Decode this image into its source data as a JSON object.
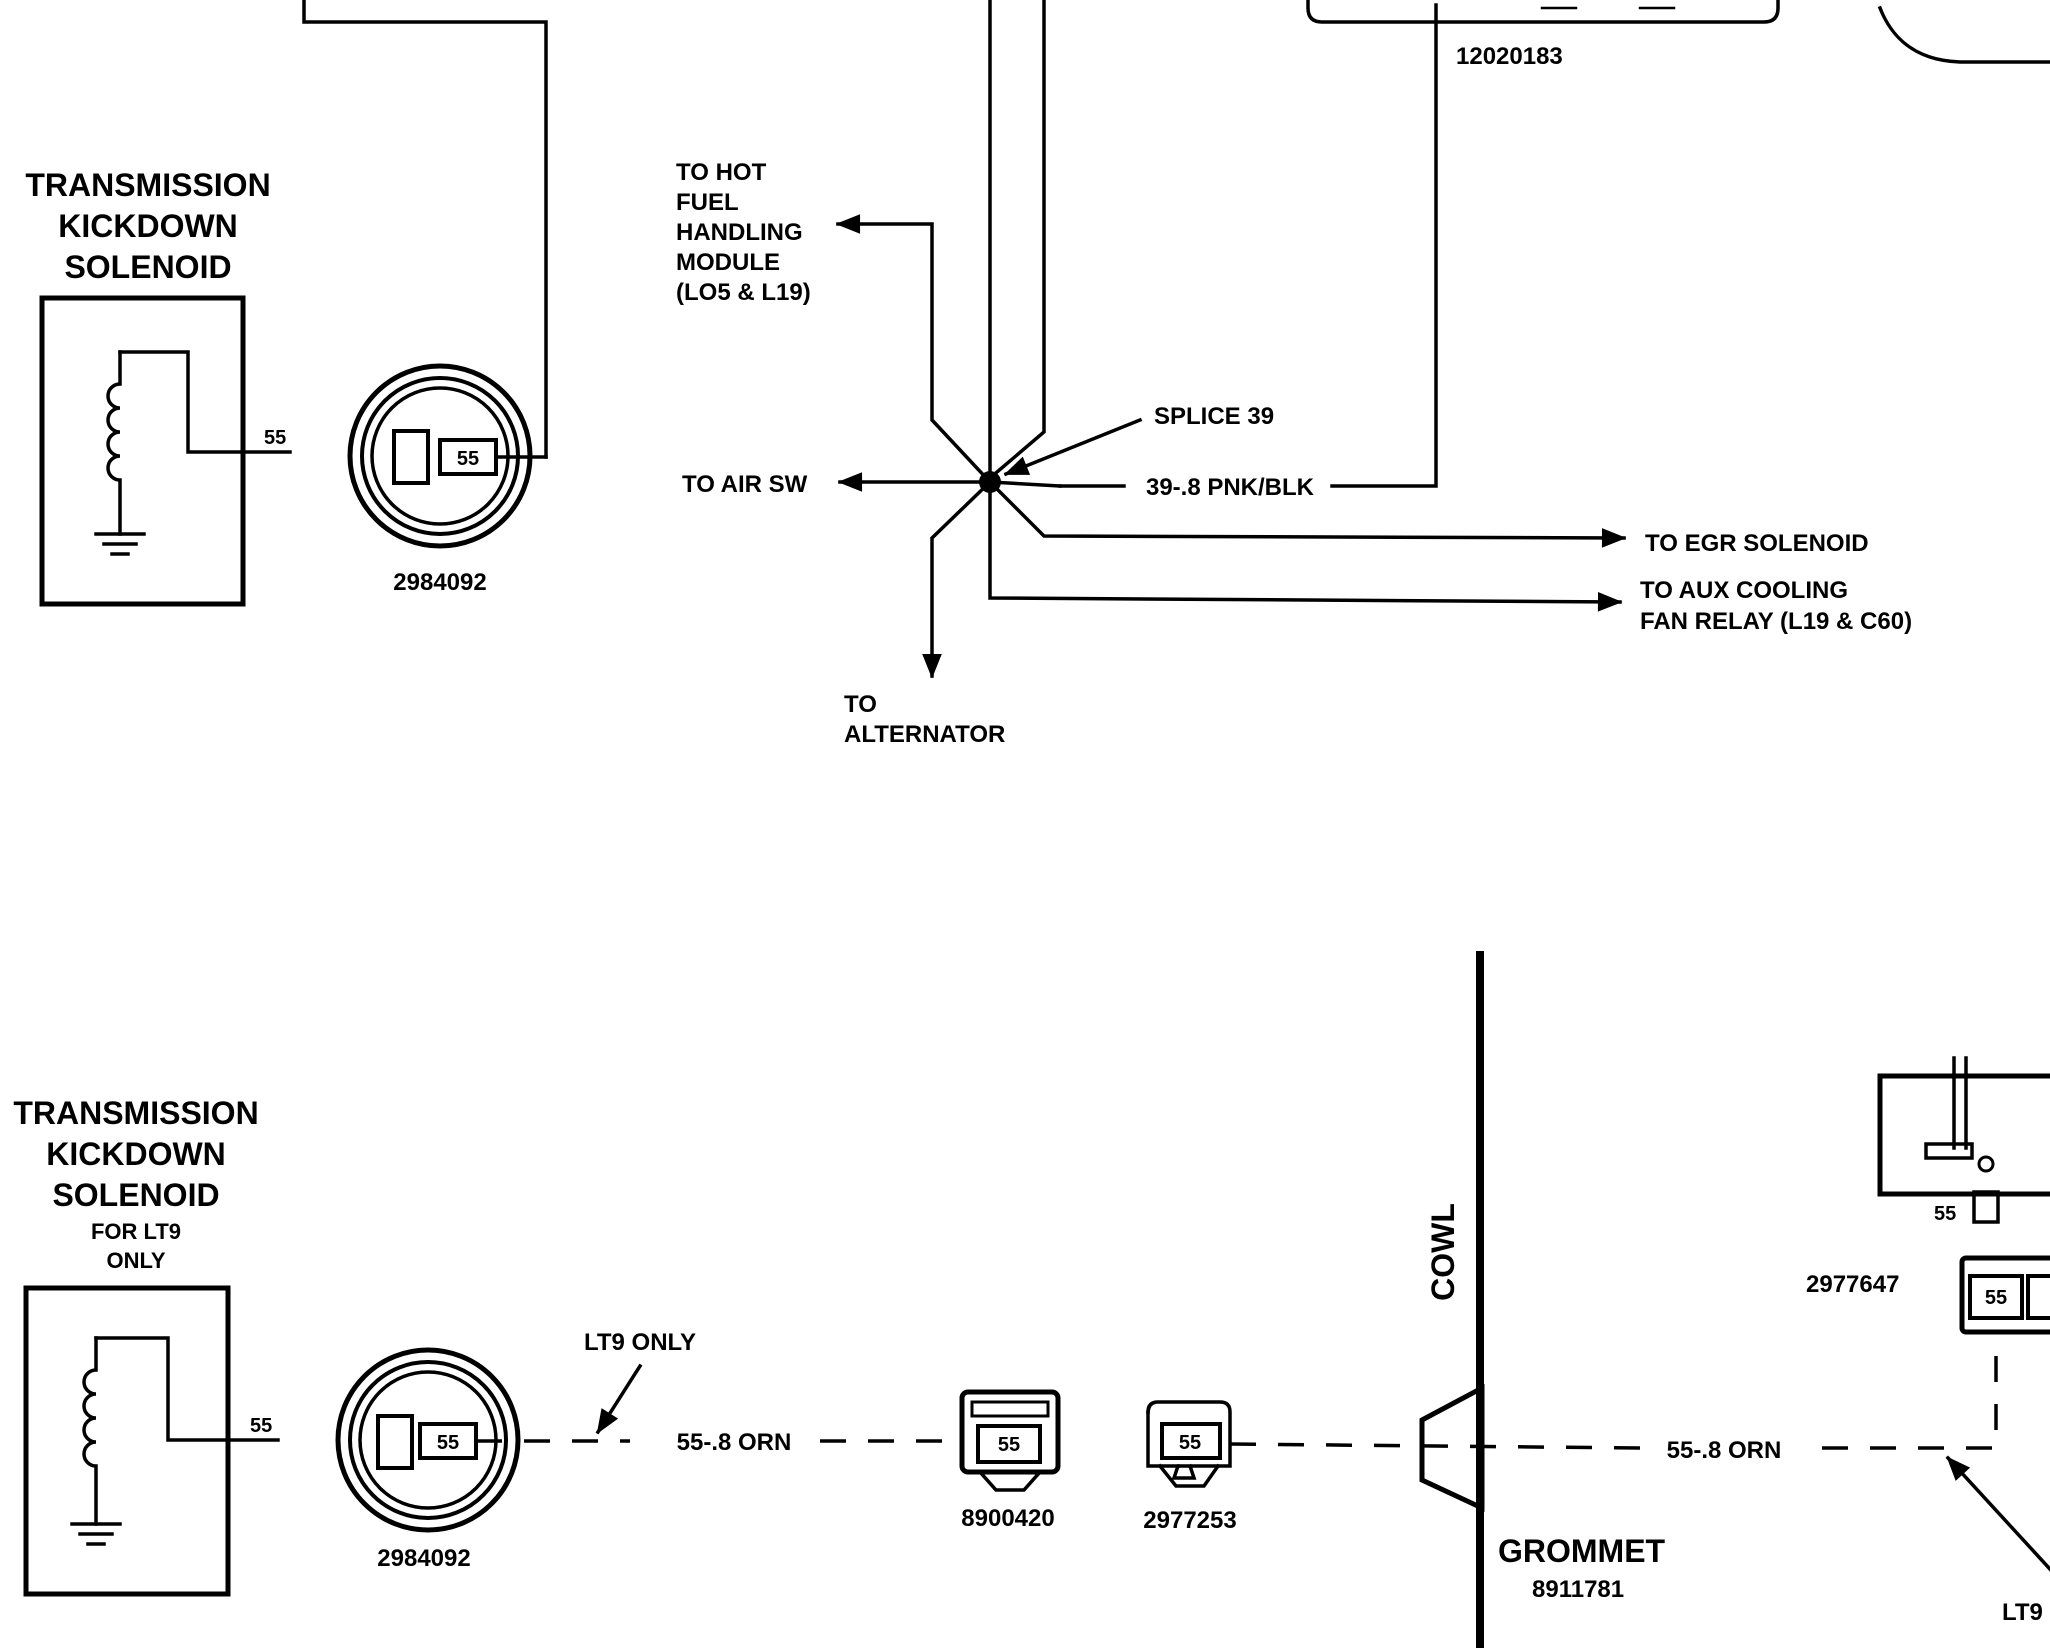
{
  "top": {
    "solenoid_title": [
      "TRANSMISSION",
      "KICKDOWN",
      "SOLENOID"
    ],
    "solenoid_pin": "55",
    "connector_pin": "55",
    "connector_part": "2984092",
    "top_part": "12020183",
    "to_hot_fuel": [
      "TO HOT",
      "FUEL",
      "HANDLING",
      "MODULE",
      "(LO5 & L19)"
    ],
    "splice": "SPLICE 39",
    "to_air_sw": "TO AIR SW",
    "wire_39": "39-.8 PNK/BLK",
    "to_egr": "TO EGR SOLENOID",
    "to_aux": [
      "TO AUX COOLING",
      "FAN RELAY (L19 & C60)"
    ],
    "to_alternator": [
      "TO",
      "ALTERNATOR"
    ]
  },
  "bottom": {
    "solenoid_title": [
      "TRANSMISSION",
      "KICKDOWN",
      "SOLENOID"
    ],
    "solenoid_note": [
      "FOR LT9",
      "ONLY"
    ],
    "solenoid_pin": "55",
    "connector_pin": "55",
    "connector_part": "2984092",
    "lt9_only": "LT9 ONLY",
    "wire_55_left": "55-.8 ORN",
    "conn2_pin": "55",
    "conn2_part": "8900420",
    "conn3_pin": "55",
    "conn3_part": "2977253",
    "cowl": "COWL",
    "grommet": "GROMMET",
    "grommet_part": "8911781",
    "wire_55_right": "55-.8 ORN",
    "right_part": "2977647",
    "right_pin": "55",
    "right_conn_pin": "55",
    "lt9_partial": "LT9"
  }
}
